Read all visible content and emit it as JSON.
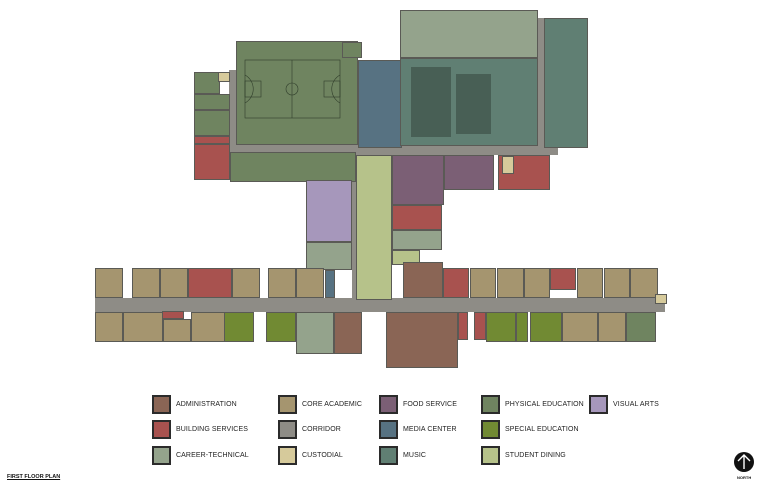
{
  "plan": {
    "title": "FIRST FLOOR PLAN",
    "north_label": "NORTH",
    "north_icon": "north-arrow-icon"
  },
  "colors": {
    "administration": "#8a6555",
    "building_services": "#a8524f",
    "career_technical": "#94a38c",
    "core_academic": "#a5956f",
    "corridor": "#8e8c86",
    "custodial": "#d6ca9b",
    "food_service": "#7b5f75",
    "media_center": "#577282",
    "music": "#607f73",
    "physical_education": "#6f8460",
    "special_education": "#718a33",
    "student_dining": "#b6c28a",
    "visual_arts": "#a697bb",
    "wall": "#5a5a55"
  },
  "legend": [
    {
      "key": "administration",
      "label": "ADMINISTRATION",
      "color": "#8a6555"
    },
    {
      "key": "building_services",
      "label": "BUILDING SERVICES",
      "color": "#a8524f"
    },
    {
      "key": "career_technical",
      "label": "CAREER-TECHNICAL",
      "color": "#94a38c"
    },
    {
      "key": "core_academic",
      "label": "CORE ACADEMIC",
      "color": "#a5956f"
    },
    {
      "key": "corridor",
      "label": "CORRIDOR",
      "color": "#8e8c86"
    },
    {
      "key": "custodial",
      "label": "CUSTODIAL",
      "color": "#d6ca9b"
    },
    {
      "key": "food_service",
      "label": "FOOD SERVICE",
      "color": "#7b5f75"
    },
    {
      "key": "media_center",
      "label": "MEDIA CENTER",
      "color": "#577282"
    },
    {
      "key": "music",
      "label": "MUSIC",
      "color": "#607f73"
    },
    {
      "key": "physical_education",
      "label": "PHYSICAL EDUCATION",
      "color": "#6f8460"
    },
    {
      "key": "special_education",
      "label": "SPECIAL EDUCATION",
      "color": "#718a33"
    },
    {
      "key": "student_dining",
      "label": "STUDENT DINING",
      "color": "#b6c28a"
    },
    {
      "key": "visual_arts",
      "label": "VISUAL ARTS",
      "color": "#a697bb"
    }
  ]
}
